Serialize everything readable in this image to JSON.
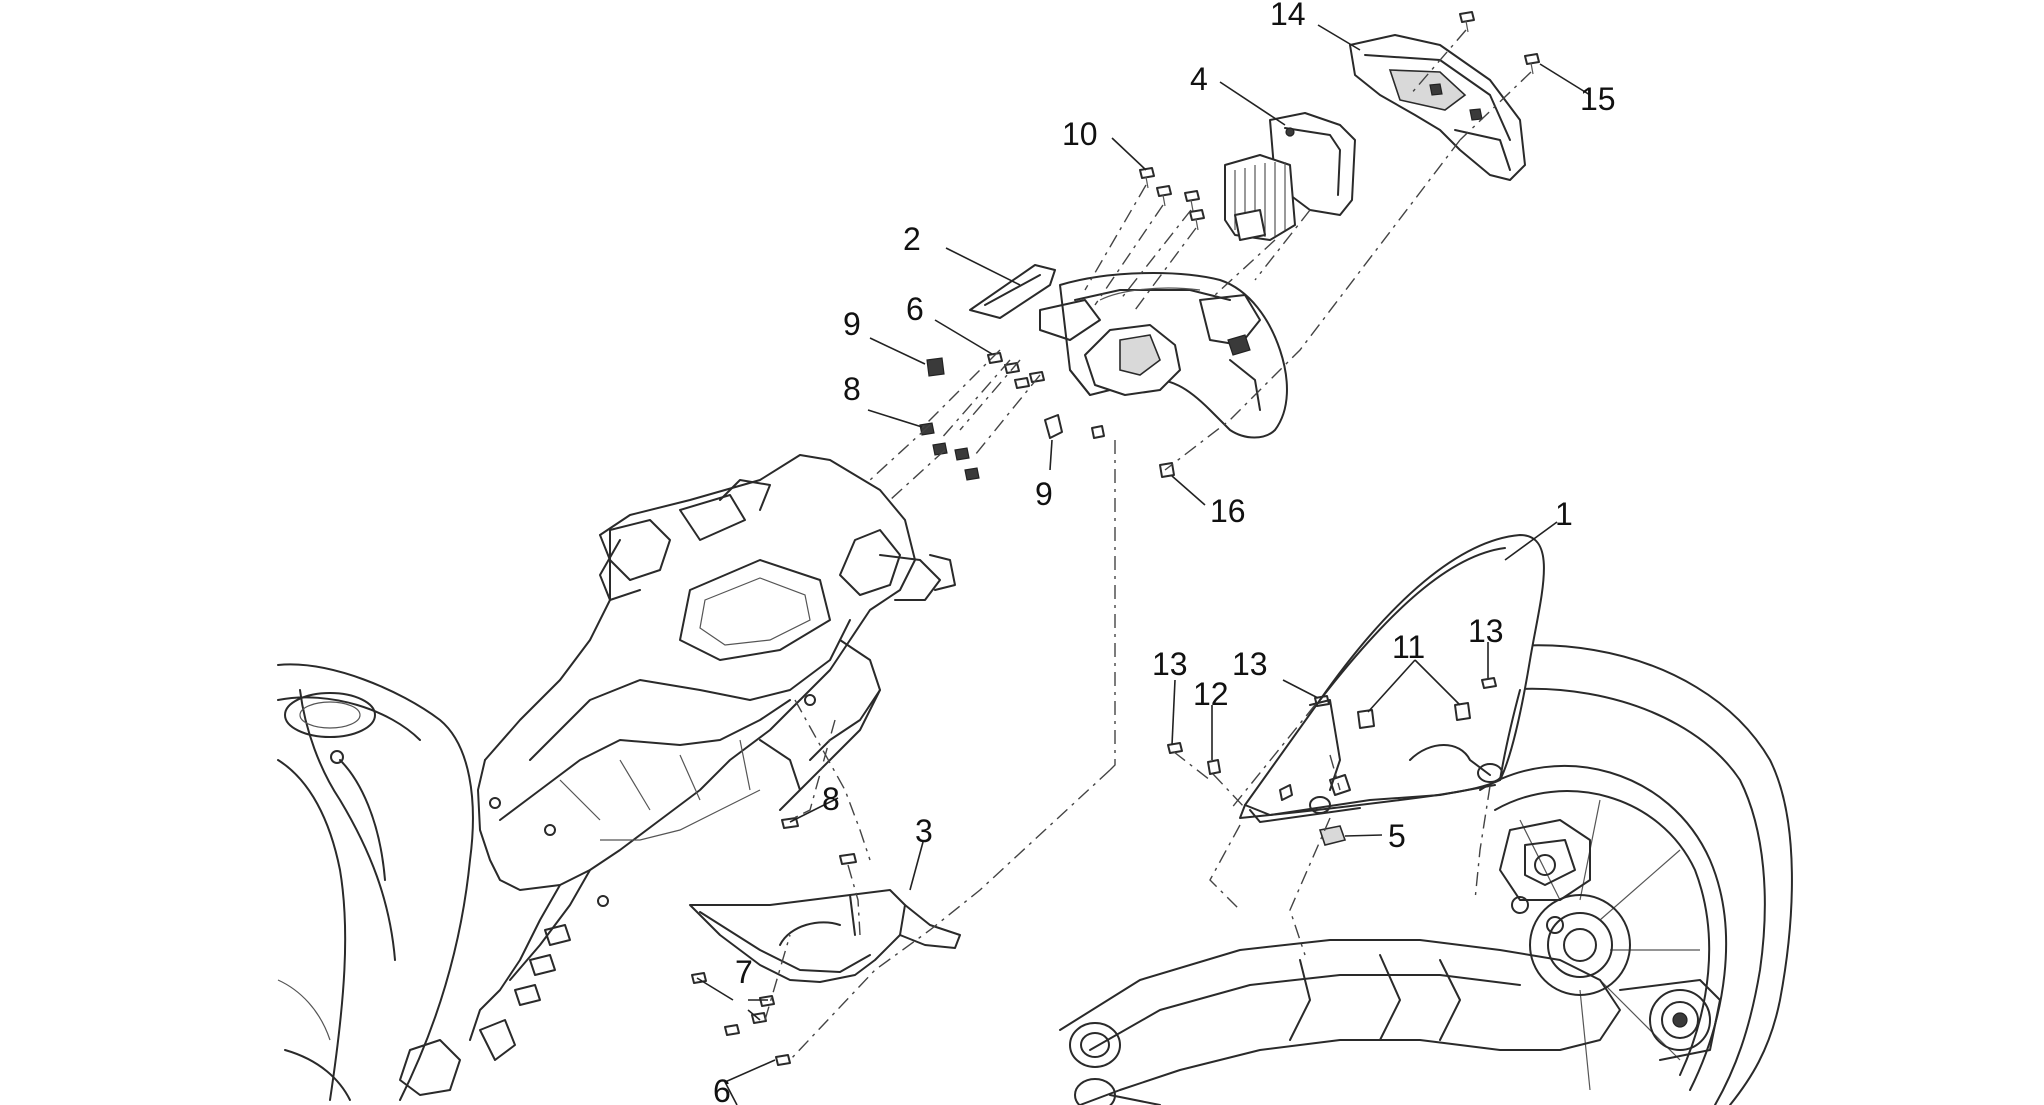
{
  "callouts": {
    "c1": "1",
    "c2": "2",
    "c3": "3",
    "c4": "4",
    "c5": "5",
    "c6a": "6",
    "c6b": "6",
    "c7": "7",
    "c8a": "8",
    "c8b": "8",
    "c9a": "9",
    "c9b": "9",
    "c10": "10",
    "c11": "11",
    "c12": "12",
    "c13a": "13",
    "c13b": "13",
    "c13c": "13",
    "c14": "14",
    "c15": "15",
    "c16": "16"
  }
}
